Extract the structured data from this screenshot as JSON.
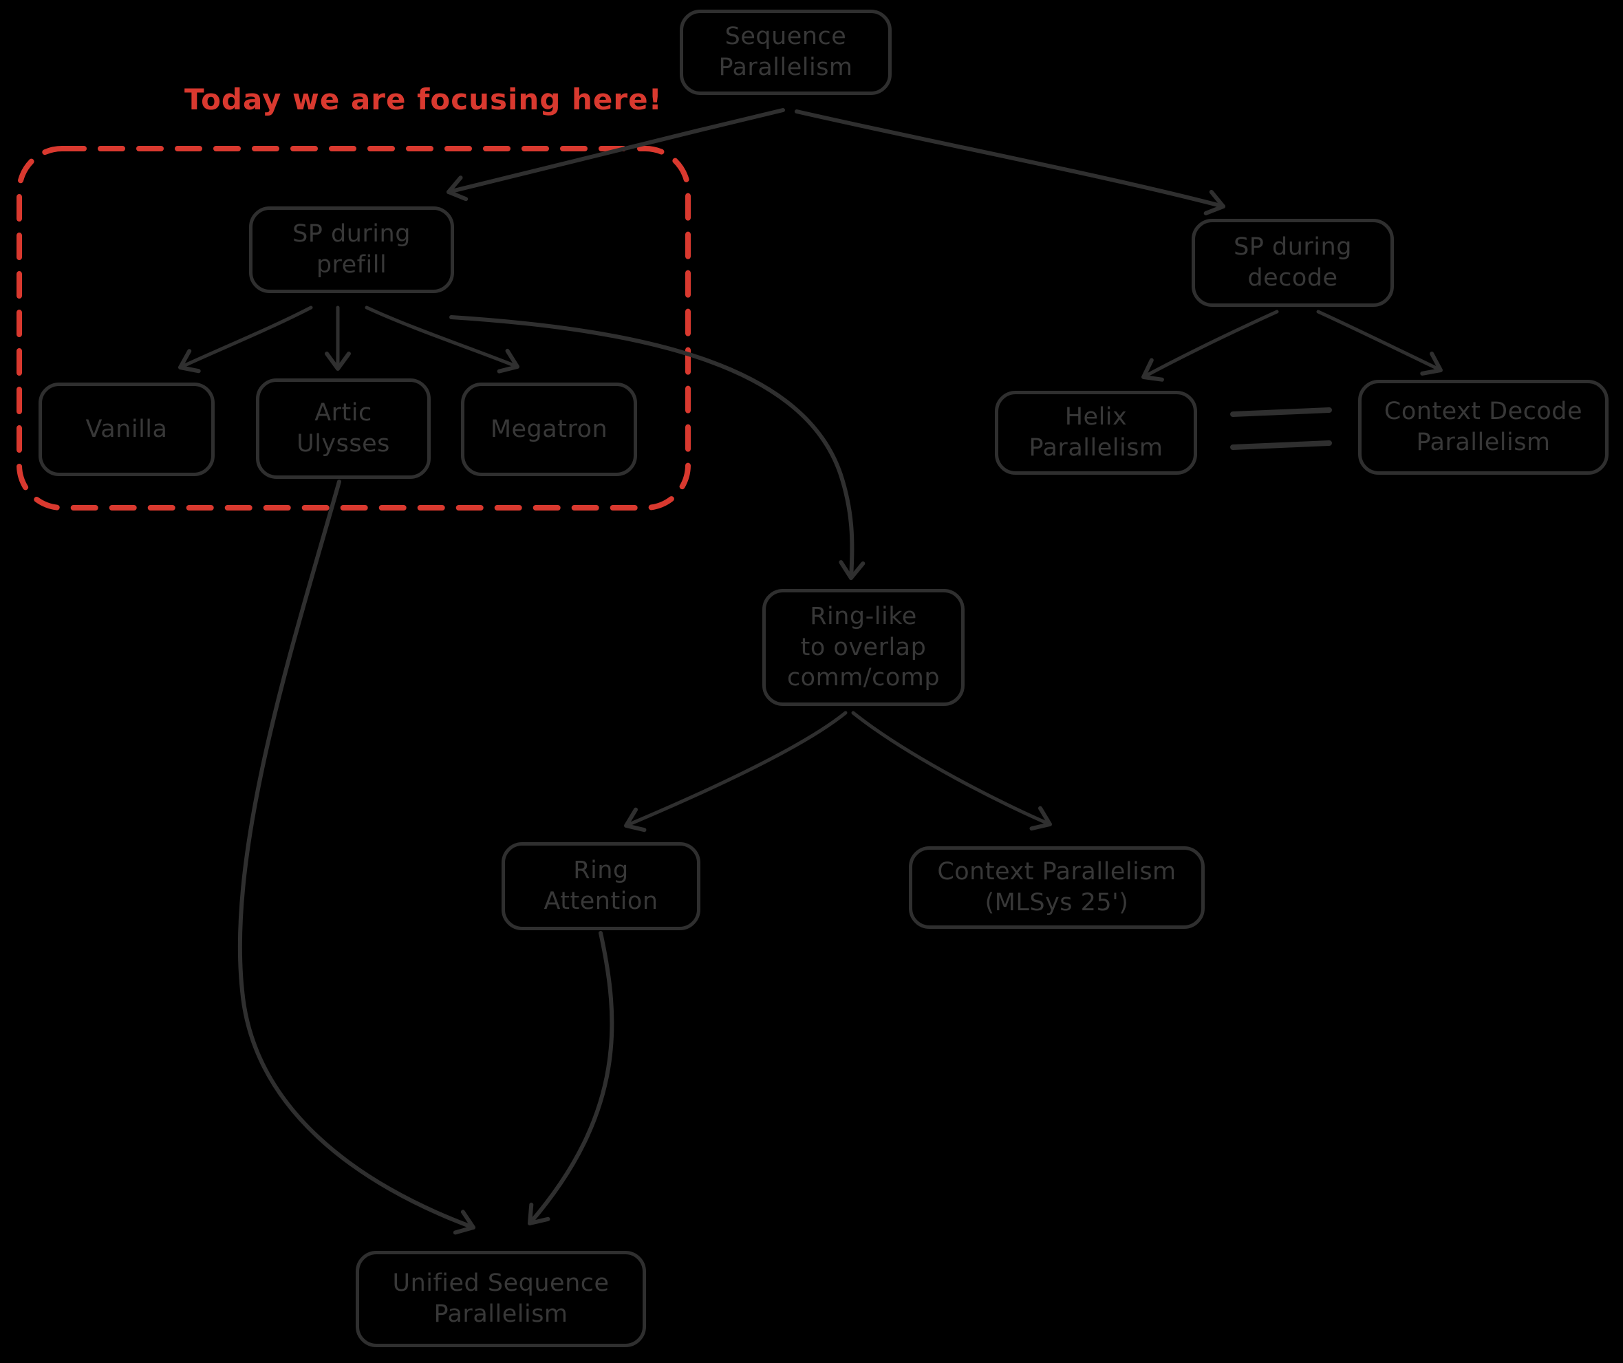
{
  "diagram": {
    "annotation": "Today we are focusing here!",
    "colors": {
      "background": "#000000",
      "shape_stroke": "#2f2f2f",
      "label_text": "#383838",
      "accent_red": "#d9392f"
    }
  },
  "nodes": {
    "seq_parallelism": {
      "label": "Sequence\nParallelism"
    },
    "sp_prefill": {
      "label": "SP during\nprefill"
    },
    "vanilla": {
      "label": "Vanilla"
    },
    "artic_ulysses": {
      "label": "Artic\nUlysses"
    },
    "megatron": {
      "label": "Megatron"
    },
    "sp_decode": {
      "label": "SP during\ndecode"
    },
    "helix": {
      "label": "Helix\nParallelism"
    },
    "context_decode": {
      "label": "Context Decode\nParallelism"
    },
    "ring_like": {
      "label": "Ring-like\nto overlap\ncomm/comp"
    },
    "ring_attention": {
      "label": "Ring\nAttention"
    },
    "context_parallelism": {
      "label": "Context Parallelism\n(MLSys 25')"
    },
    "unified": {
      "label": "Unified Sequence\nParallelism"
    }
  }
}
